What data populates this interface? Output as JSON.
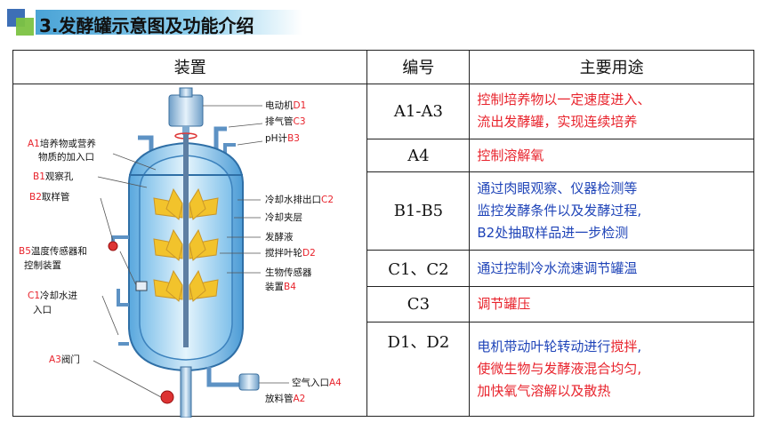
{
  "title": "3.发酵罐示意图及功能介绍",
  "headers": {
    "device": "装置",
    "code": "编号",
    "use": "主要用途"
  },
  "diagram_labels": {
    "d1": {
      "text": "电动机",
      "code": "D1"
    },
    "c3": {
      "text": "排气管",
      "code": "C3"
    },
    "b3": {
      "text": "pH计",
      "code": "B3"
    },
    "a1_l1": {
      "code": "A1",
      "text": "培养物或营养"
    },
    "a1_l2": {
      "text": "物质的加入口"
    },
    "b1": {
      "code": "B1",
      "text": "观察孔"
    },
    "b2": {
      "code": "B2",
      "text": "取样管"
    },
    "c2": {
      "text": "冷却水排出口",
      "code": "C2"
    },
    "jacket": {
      "text": "冷却夹层"
    },
    "broth": {
      "text": "发酵液"
    },
    "d2": {
      "text": "搅拌叶轮",
      "code": "D2"
    },
    "b4_l1": {
      "text": "生物传感器"
    },
    "b4_l2": {
      "text": "装置",
      "code": "B4"
    },
    "b5_l1": {
      "code": "B5",
      "text": "温度传感器和"
    },
    "b5_l2": {
      "text": "控制装置"
    },
    "c1_l1": {
      "code": "C1",
      "text": "冷却水进"
    },
    "c1_l2": {
      "text": "入口"
    },
    "a4": {
      "text": "空气入口",
      "code": "A4"
    },
    "a3": {
      "code": "A3",
      "text": "阀门"
    },
    "a2": {
      "text": "放料管",
      "code": "A2"
    }
  },
  "rows": [
    {
      "code": "A1-A3",
      "lines": [
        [
          {
            "t": "控制培养物以一定速度进入、",
            "c": "red"
          }
        ],
        [
          {
            "t": "流出发酵罐，实现连续培养",
            "c": "red"
          }
        ]
      ]
    },
    {
      "code": "A4",
      "lines": [
        [
          {
            "t": "控制溶解氧",
            "c": "red"
          }
        ]
      ]
    },
    {
      "code": "B1-B5",
      "lines": [
        [
          {
            "t": "通过肉眼观察、仪器检测等",
            "c": "blue"
          }
        ],
        [
          {
            "t": "监控发酵条件以及发酵过程,",
            "c": "blue"
          }
        ],
        [
          {
            "t": "B2处抽取样品进一步检测",
            "c": "blue"
          }
        ]
      ]
    },
    {
      "code": "C1、C2",
      "lines": [
        [
          {
            "t": "通过控制冷水流速调节罐温",
            "c": "blue"
          }
        ]
      ]
    },
    {
      "code": "C3",
      "lines": [
        [
          {
            "t": "调节罐压",
            "c": "red"
          }
        ]
      ]
    },
    {
      "code": "D1、D2",
      "lines": [
        [
          {
            "t": "电机带动叶轮转动进行",
            "c": "blue"
          },
          {
            "t": "搅拌",
            "c": "red"
          },
          {
            "t": ",",
            "c": "blue"
          }
        ],
        [
          {
            "t": "使微生物与发酵液混合均匀,",
            "c": "red"
          }
        ],
        [
          {
            "t": "加快氧气溶解以及散热",
            "c": "red"
          }
        ]
      ]
    }
  ]
}
